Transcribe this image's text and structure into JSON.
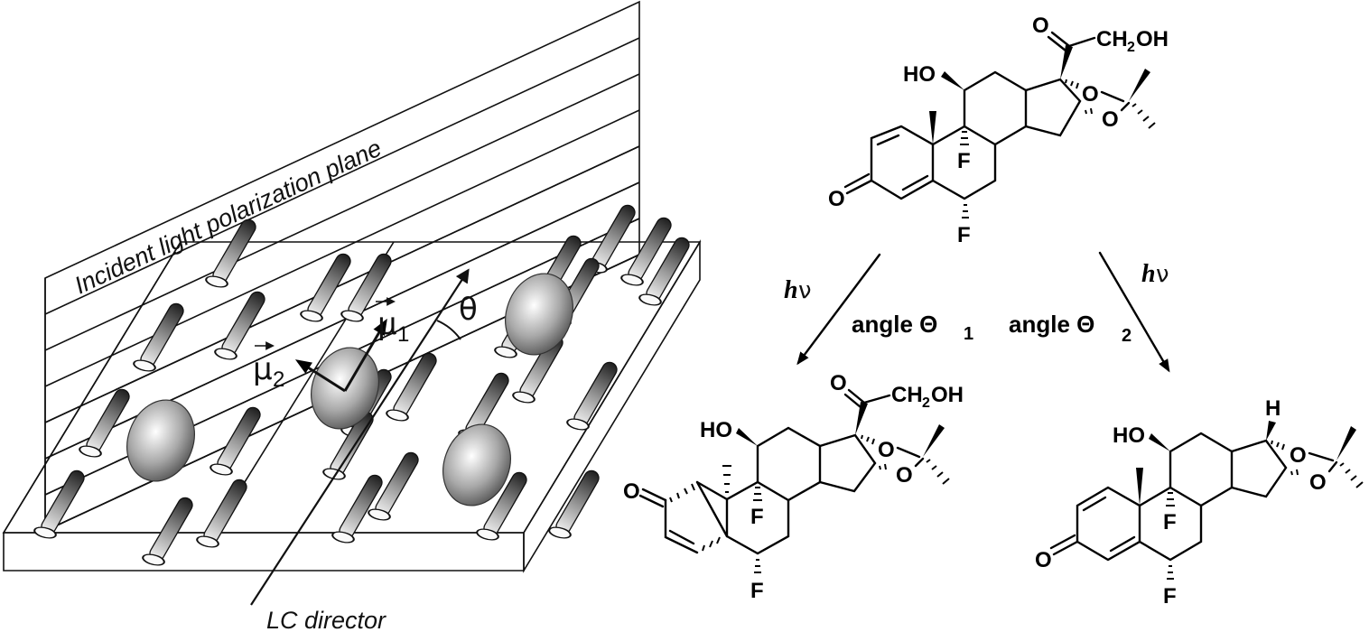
{
  "figure": {
    "left_panel": {
      "polarization_plane_label": "Incident  light  polarization  plane",
      "director_label": "LC director",
      "angle_symbol": "θ",
      "dipole_1": {
        "symbol": "μ",
        "subscript": "1"
      },
      "dipole_2": {
        "symbol": "μ",
        "subscript": "2"
      }
    },
    "reaction": {
      "reactant": {
        "name": "starting-steroid",
        "labels": {
          "ketone_o": "O",
          "side_o": "O",
          "ch2oh": "CH",
          "ch2oh_sub": "2",
          "ch2oh_tail": "OH",
          "ho": "HO",
          "o1": "O",
          "o2": "O",
          "f9": "F",
          "f6": "F"
        }
      },
      "pathway_1": {
        "light": "h",
        "light_nu": "ν",
        "condition": "angle Θ",
        "condition_sub": "1"
      },
      "pathway_2": {
        "light": "h",
        "light_nu": "ν",
        "condition": "angle Θ",
        "condition_sub": "2"
      },
      "product_1": {
        "name": "lumiketone-product",
        "labels": {
          "ketone_o": "O",
          "side_o": "O",
          "ch2oh": "CH",
          "ch2oh_sub": "2",
          "ch2oh_tail": "OH",
          "ho": "HO",
          "o1": "O",
          "o2": "O",
          "f9": "F",
          "f6": "F"
        }
      },
      "product_2": {
        "name": "deacylated-product",
        "labels": {
          "ketone_o": "O",
          "h17": "H",
          "ho": "HO",
          "o1": "O",
          "o2": "O",
          "f9": "F",
          "f6": "F"
        }
      }
    }
  }
}
